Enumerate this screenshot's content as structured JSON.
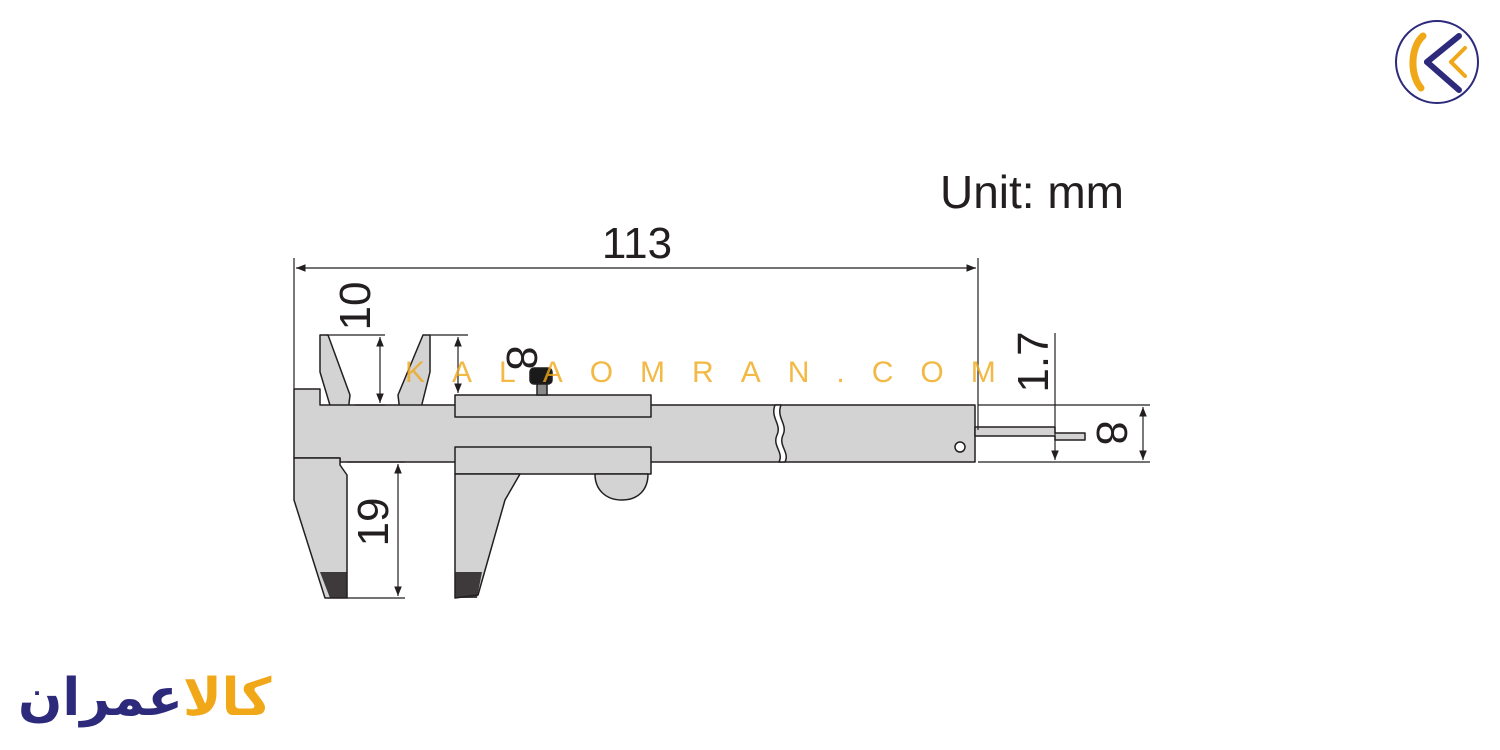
{
  "unit_label": "Unit: mm",
  "dimensions": {
    "overall_length": "113",
    "outer_jaw_depth": "10",
    "inner_jaw_depth": "8",
    "depth_rod_offset": "1.7",
    "beam_width": "8",
    "lower_jaw_depth": "19"
  },
  "watermark": "KALAOMRAN.COM",
  "logo": {
    "part1": "کالا",
    "part2": "عمران"
  },
  "colors": {
    "line": "#231f20",
    "fill": "#d3d3d3",
    "accent": "#f0a818",
    "brand": "#2d2a7c"
  },
  "icons": {
    "brand_mark": "k-logo-icon"
  }
}
